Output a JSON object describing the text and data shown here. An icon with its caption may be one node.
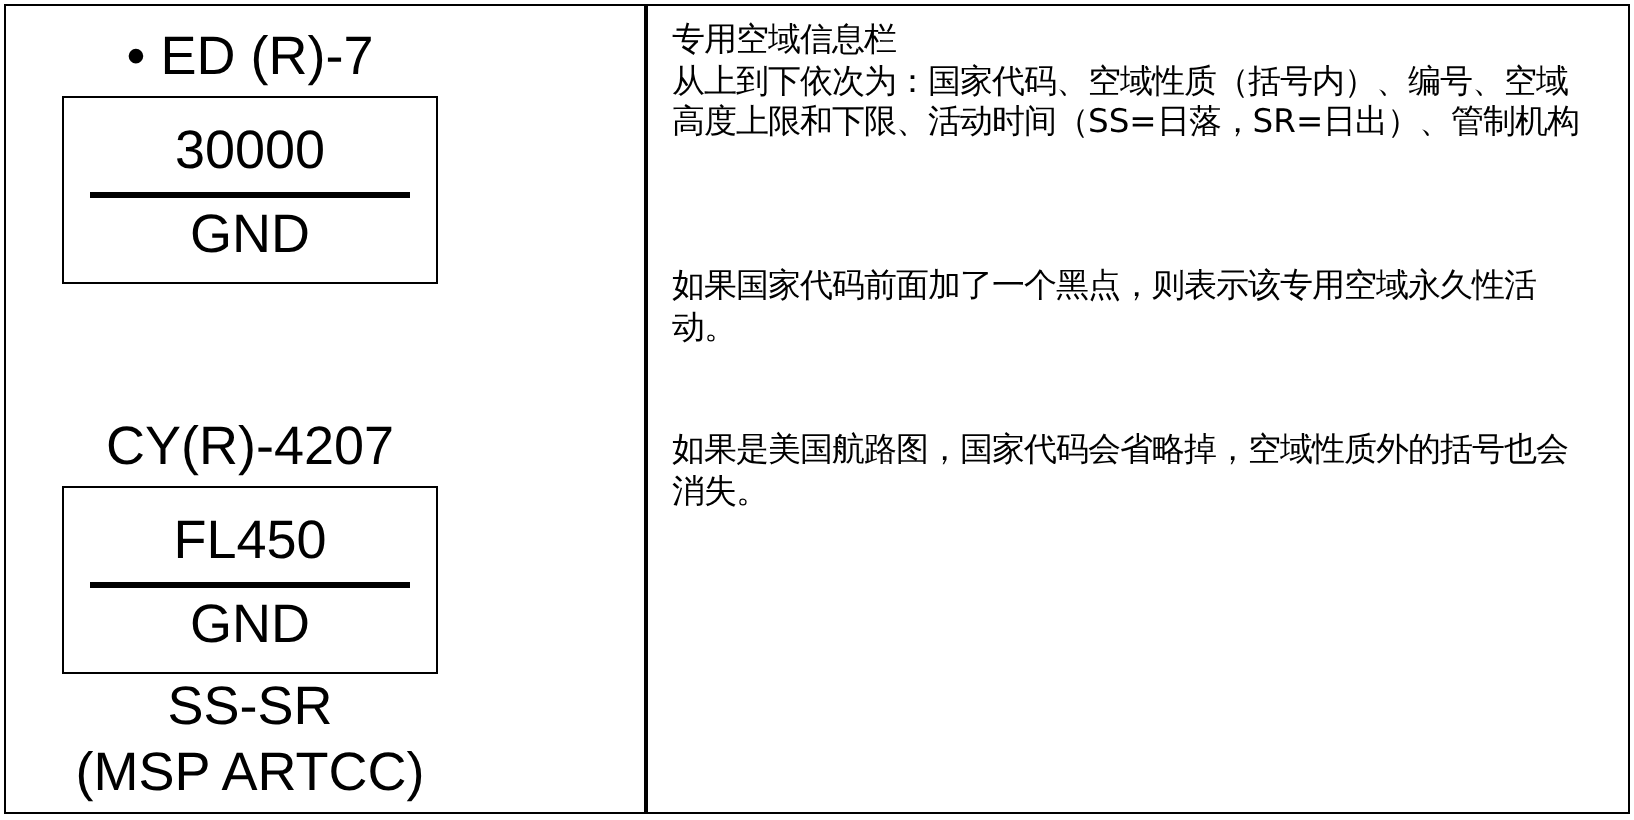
{
  "diagram": {
    "nodes": [
      {
        "text": [
          "• ED (R)-7",
          "30000",
          "GND"
        ]
      },
      {
        "text": [
          "CY(R)-4207",
          "FL450",
          "GND"
        ],
        "beside": [
          "SS-SR",
          "(MSP ARTCC)"
        ]
      }
    ],
    "labels": [
      "专用空域信息栏",
      "从上到下依次为：国家代码、空域性质（括号内）、编号、空域高度上限和下限、活动时间（SS=日落，SR=日出）、管制机构",
      "如果国家代码前面加了一个黑点，则表示该专用空域永久性活动。",
      "如果是美国航路图，国家代码会省略掉，空域性质外的括号也会消失。"
    ]
  }
}
